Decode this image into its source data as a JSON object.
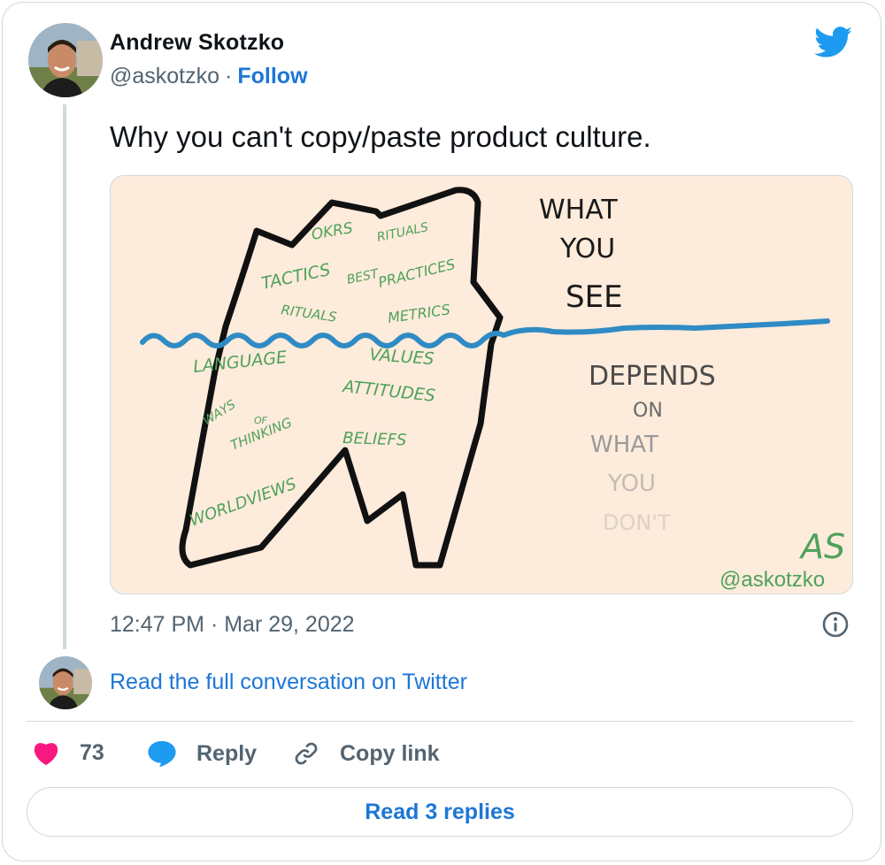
{
  "author": {
    "name": "Andrew Skotzko",
    "handle": "@askotzko",
    "separator": "·",
    "follow_label": "Follow"
  },
  "tweet": {
    "text": "Why you can't copy/paste product culture.",
    "timestamp": "12:47 PM · Mar 29, 2022"
  },
  "media": {
    "above_water": [
      "OKRS",
      "RITUALS",
      "TACTICS",
      "BEST",
      "PRACTICES",
      "RITUALS",
      "METRICS"
    ],
    "below_water": [
      "LANGUAGE",
      "VALUES",
      "ATTITUDES",
      "WAYS",
      "OF",
      "THINKING",
      "BELIEFS",
      "WORLDVIEWS"
    ],
    "what_you_see": [
      "WHAT",
      "YOU",
      "SEE"
    ],
    "depends": [
      "DEPENDS",
      "ON",
      "WHAT",
      "YOU",
      "DON'T"
    ],
    "signature": "AS",
    "watermark": "@askotzko"
  },
  "conversation": {
    "link_label": "Read the full conversation on Twitter"
  },
  "actions": {
    "like_count": "73",
    "reply_label": "Reply",
    "copy_link_label": "Copy link",
    "read_replies_label": "Read 3 replies"
  },
  "colors": {
    "brand": "#1d9bf0",
    "link": "#1d76d6",
    "like": "#f91880",
    "drawing_bg": "#fdebdb",
    "drawing_green": "#4fa25b",
    "water": "#2f8bc4"
  }
}
